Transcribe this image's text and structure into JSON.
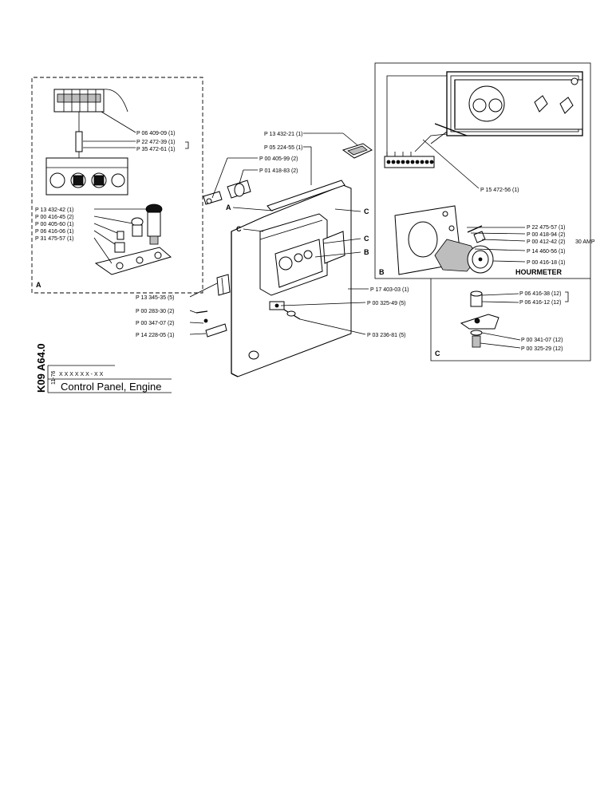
{
  "document": {
    "code": "K09  A64.0",
    "date": "11-76",
    "marks": "X X X X X X - X X",
    "title": "Control Panel, Engine"
  },
  "sections": {
    "a": "A",
    "b": "B",
    "c": "C",
    "hourmeter": "HOURMETER"
  },
  "callouts": {
    "c1": "A",
    "c2": "C",
    "c3": "C",
    "c4": "C",
    "c5": "B"
  },
  "parts_a": [
    "P 06 409-09 (1)",
    "P 22 472-39 (1)",
    "P 35 472-61 (1)",
    "P 13 432-42 (1)",
    "P 00 416-45 (2)",
    "P 00 405-60 (1)",
    "P 06 416-06 (1)",
    "P 31 475-57 (1)"
  ],
  "parts_main": [
    "P 13 432-21 (1)",
    "P 05 224-55 (1)",
    "P 00 405-99 (2)",
    "P 01 418-83 (2)",
    "P 17 403-03 (1)",
    "P 00 325-49 (5)",
    "P 03 236-81 (5)",
    "P 13 345-35 (5)",
    "P 00 283-30 (2)",
    "P 00 347-07 (2)",
    "P 14 228-05 (1)"
  ],
  "parts_b": [
    "P 15 472-56 (1)",
    "P 22 475-57 (1)",
    "P 00 418-94 (2)",
    "P 00 412-42 (2)",
    "30 AMP",
    "P 14 460-56 (1)",
    "P 00 416-18 (1)"
  ],
  "parts_c": [
    "P 06 416-38 (12)",
    "P 06 416-12 (12)",
    "P 00 341-07 (12)",
    "P 00 325-29 (12)"
  ]
}
